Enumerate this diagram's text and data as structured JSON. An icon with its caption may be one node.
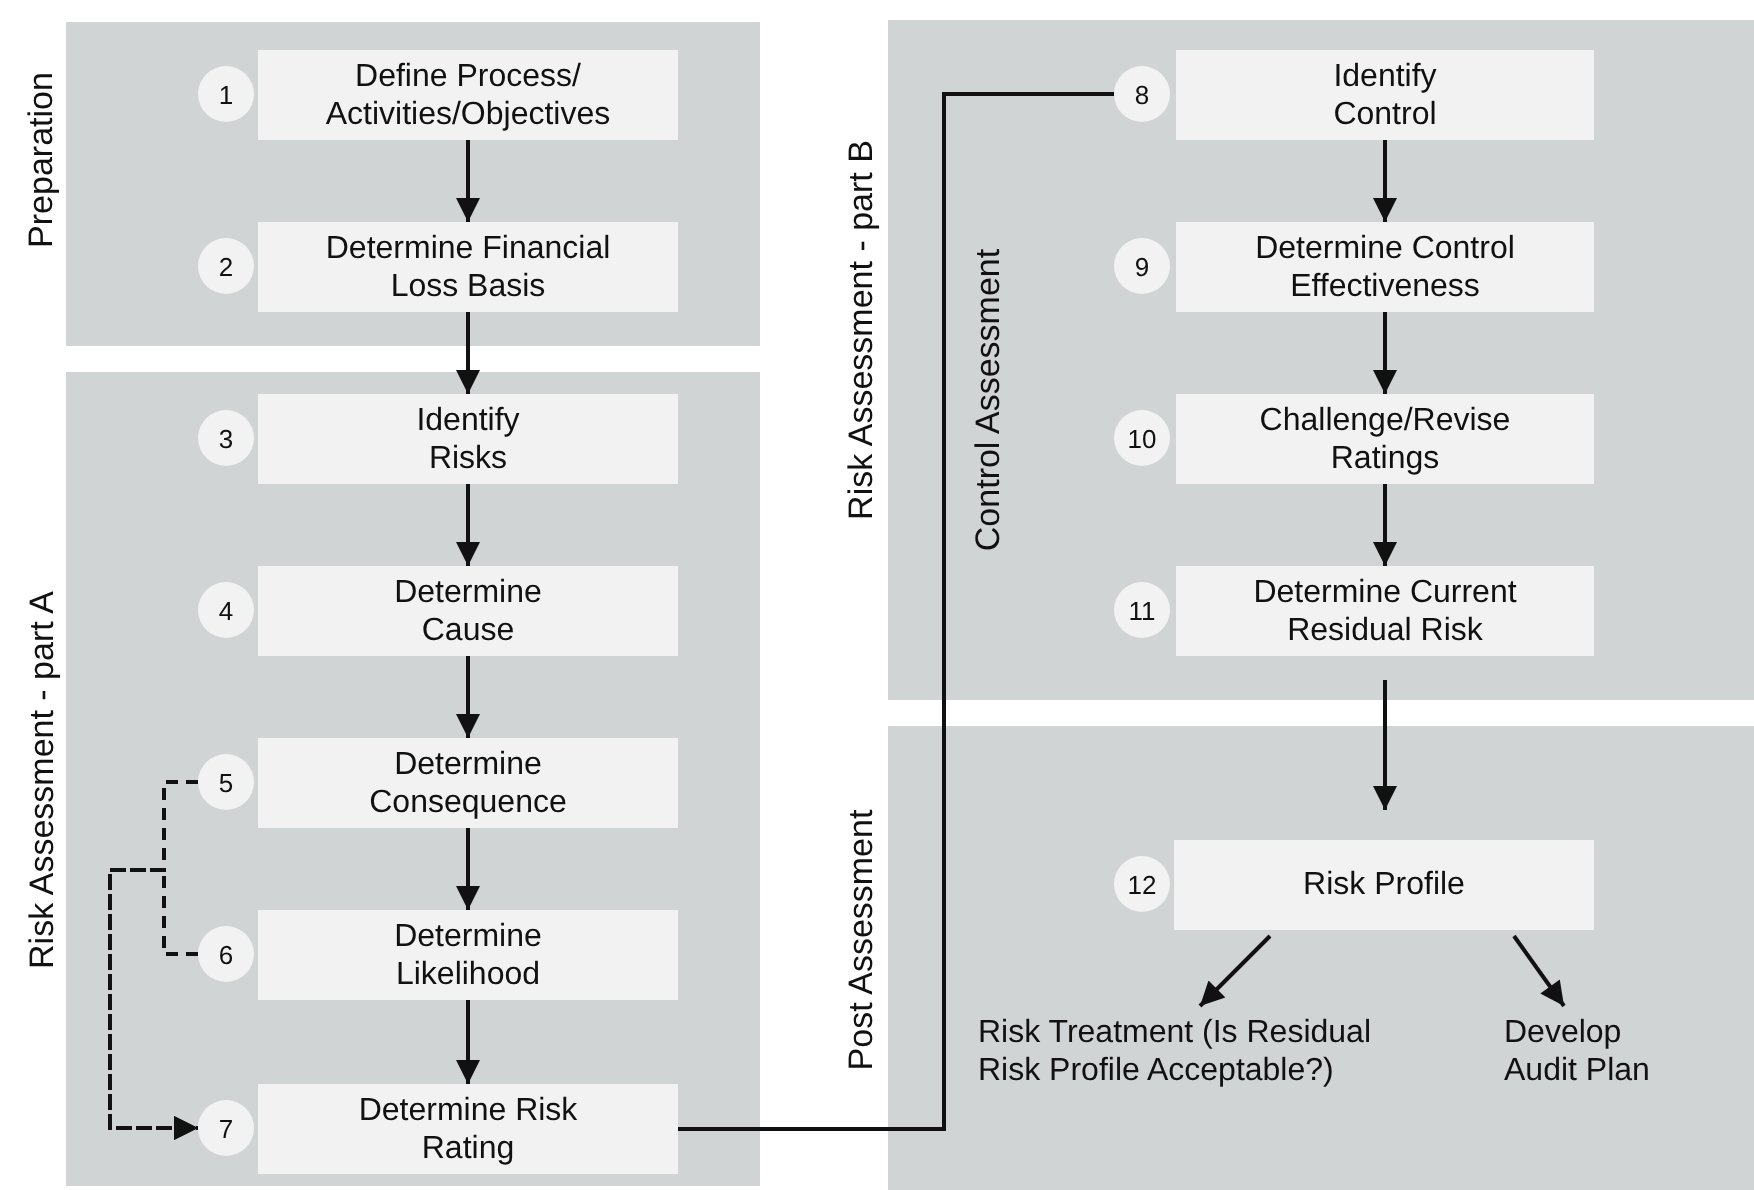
{
  "diagram": {
    "nodes": [
      {
        "text": [
          "Preparation"
        ]
      },
      {
        "text": [
          "1"
        ],
        "in": 0
      },
      {
        "text": [
          "Define Process/ Activities/Objectives"
        ],
        "in": 0
      },
      {
        "text": [
          "2"
        ],
        "in": 0
      },
      {
        "text": [
          "Determine Financial Loss Basis"
        ],
        "in": 0
      },
      {
        "text": [
          "Risk Assessment - part A"
        ]
      },
      {
        "text": [
          "3"
        ],
        "in": 5
      },
      {
        "text": [
          "Identify Risks"
        ],
        "in": 5
      },
      {
        "text": [
          "4"
        ],
        "in": 5
      },
      {
        "text": [
          "Determine Cause"
        ],
        "in": 5
      },
      {
        "text": [
          "5"
        ],
        "in": 5
      },
      {
        "text": [
          "Determine Consequence"
        ],
        "in": 5
      },
      {
        "text": [
          "6"
        ],
        "in": 5
      },
      {
        "text": [
          "Determine Likelihood"
        ],
        "in": 5
      },
      {
        "text": [
          "7"
        ],
        "in": 5
      },
      {
        "text": [
          "Determine Risk Rating"
        ],
        "in": 5
      },
      {
        "text": [
          "Risk Assessment - part B",
          "Control Assessment"
        ]
      },
      {
        "text": [
          "8"
        ],
        "in": 16
      },
      {
        "text": [
          "Identify Control"
        ],
        "in": 16
      },
      {
        "text": [
          "9"
        ],
        "in": 16
      },
      {
        "text": [
          "Determine Control Effectiveness"
        ],
        "in": 16
      },
      {
        "text": [
          "10"
        ],
        "in": 16
      },
      {
        "text": [
          "Challenge/Revise Ratings"
        ],
        "in": 16
      },
      {
        "text": [
          "11"
        ],
        "in": 16
      },
      {
        "text": [
          "Determine Current Residual Risk"
        ],
        "in": 16
      },
      {
        "text": [
          "Post Assessment"
        ]
      },
      {
        "text": [
          "12"
        ],
        "in": 25
      },
      {
        "text": [
          "Risk Profile"
        ],
        "in": 25
      },
      {
        "text": [
          "Risk Treatment (Is Residual Risk Profile Acceptable?)"
        ],
        "in": 25
      },
      {
        "text": [
          "Develop Audit Plan"
        ],
        "in": 25
      }
    ],
    "edges": [
      {
        "from": 2,
        "to": 4,
        "arrow": "to"
      },
      {
        "from": 4,
        "to": 7,
        "arrow": "to"
      },
      {
        "from": 7,
        "to": 9,
        "arrow": "to"
      },
      {
        "from": 9,
        "to": 11,
        "arrow": "to"
      },
      {
        "from": 11,
        "to": 13,
        "arrow": "to"
      },
      {
        "from": 13,
        "to": 15,
        "arrow": "to"
      },
      {
        "from": 10,
        "to": 14,
        "arrow": "to",
        "style": "dashed"
      },
      {
        "from": 12,
        "to": 14,
        "arrow": "to",
        "style": "dashed"
      },
      {
        "from": 15,
        "to": 17,
        "arrow": "none"
      },
      {
        "from": 18,
        "to": 20,
        "arrow": "to"
      },
      {
        "from": 20,
        "to": 22,
        "arrow": "to"
      },
      {
        "from": 22,
        "to": 24,
        "arrow": "to"
      },
      {
        "from": 24,
        "to": 27,
        "arrow": "to"
      },
      {
        "from": 27,
        "to": 28,
        "arrow": "to"
      },
      {
        "from": 27,
        "to": 29,
        "arrow": "to"
      }
    ]
  }
}
